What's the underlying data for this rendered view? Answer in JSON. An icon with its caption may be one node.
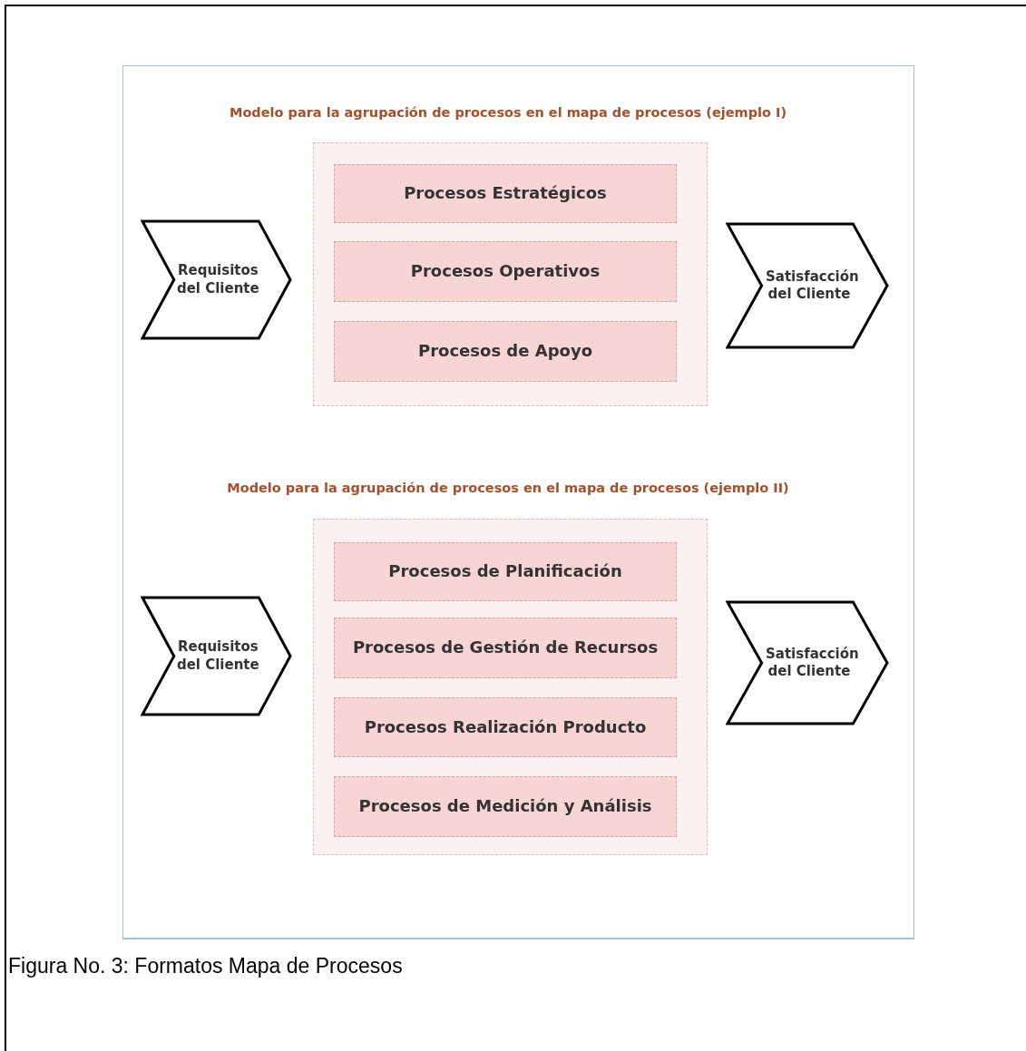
{
  "diagram": {
    "caption": "Figura No. 3: Formatos Mapa de Procesos",
    "nodes": [
      {
        "text": [
          "Requisitos del Cliente"
        ]
      },
      {
        "text": [],
        "shape": "box"
      },
      {
        "text": [
          "Procesos Estratégicos"
        ],
        "in": 1
      },
      {
        "text": [
          "Procesos Operativos"
        ],
        "in": 1
      },
      {
        "text": [
          "Procesos de Apoyo"
        ],
        "in": 1
      },
      {
        "text": [
          "Satisfacción del Cliente"
        ]
      },
      {
        "text": [
          "Requisitos del Cliente"
        ]
      },
      {
        "text": [],
        "shape": "box"
      },
      {
        "text": [
          "Procesos de Planificación"
        ],
        "in": 7
      },
      {
        "text": [
          "Procesos de Gestión de Recursos"
        ],
        "in": 7
      },
      {
        "text": [
          "Procesos Realización Producto"
        ],
        "in": 7
      },
      {
        "text": [
          "Procesos de Medición y Análisis"
        ],
        "in": 7
      },
      {
        "text": [
          "Satisfacción del Cliente"
        ]
      }
    ],
    "labels": [
      "Modelo para la agrupación de procesos en el mapa de procesos (ejemplo I)",
      "Modelo para la agrupación de procesos en el mapa de procesos (ejemplo II)"
    ]
  }
}
